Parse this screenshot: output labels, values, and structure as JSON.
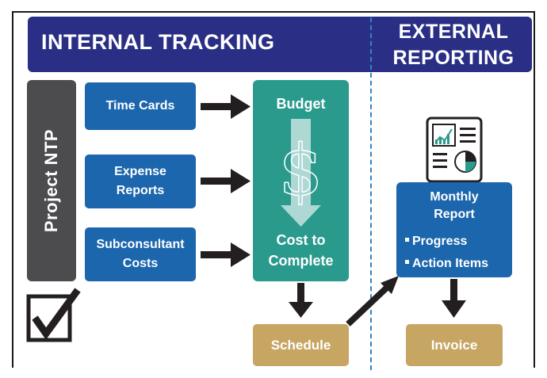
{
  "header": {
    "internal_title": "INTERNAL TRACKING",
    "external_title_line1": "EXTERNAL",
    "external_title_line2": "REPORTING"
  },
  "sidebar": {
    "label": "Project NTP"
  },
  "inputs": [
    {
      "label": "Time Cards"
    },
    {
      "label_line1": "Expense",
      "label_line2": "Reports"
    },
    {
      "label_line1": "Subconsultant",
      "label_line2": "Costs"
    }
  ],
  "budget": {
    "top_label": "Budget",
    "symbol": "$",
    "bottom_line1": "Cost to",
    "bottom_line2": "Complete"
  },
  "schedule": {
    "label": "Schedule"
  },
  "monthly_report": {
    "title_line1": "Monthly",
    "title_line2": "Report",
    "bullets": [
      "Progress",
      "Action Items"
    ]
  },
  "invoice": {
    "label": "Invoice"
  },
  "icons": {
    "report_icon": "report-document-icon",
    "checkbox_icon": "checkbox-checked-icon"
  },
  "colors": {
    "header": "#2a2f85",
    "input_blue": "#1c66ad",
    "budget_teal": "#2a9a8d",
    "gold": "#c7a563",
    "sidebar_gray": "#4c4c4e",
    "divider": "#2e84c4"
  }
}
